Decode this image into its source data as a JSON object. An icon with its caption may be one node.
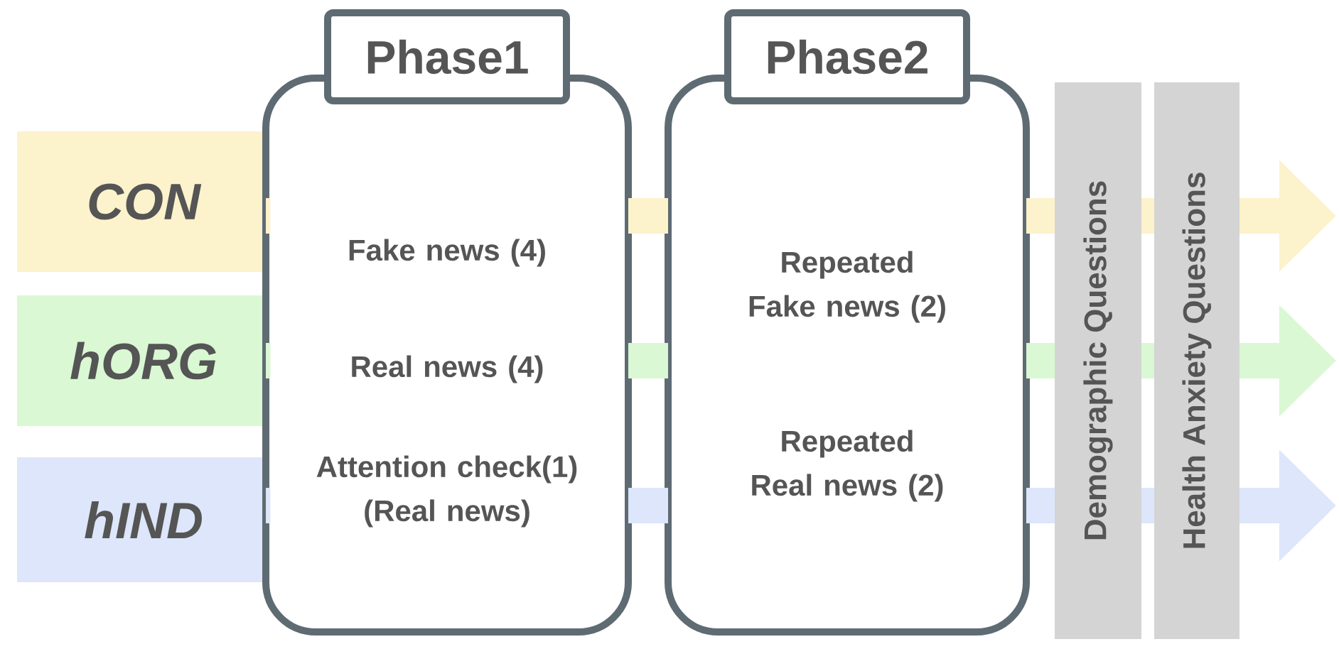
{
  "diagram": {
    "nodes": [
      {
        "text": [
          "CON"
        ]
      },
      {
        "text": [
          "hORG"
        ]
      },
      {
        "text": [
          "hIND"
        ]
      },
      {
        "text": [
          "Phase1",
          "Fake news (4)",
          "Real news (4)",
          "Attention check(1) (Real news)"
        ]
      },
      {
        "text": [
          "Phase2",
          "Repeated Fake news (2)",
          "Repeated Real news (2)"
        ]
      },
      {
        "text": [
          "Demographic Questions"
        ]
      },
      {
        "text": [
          "Health Anxiety Questions"
        ]
      }
    ],
    "edges": [
      {
        "from": 0,
        "to": null,
        "arrow": "to",
        "color": "#fcf2cc"
      },
      {
        "from": 1,
        "to": null,
        "arrow": "to",
        "color": "#d9f8d3"
      },
      {
        "from": 2,
        "to": null,
        "arrow": "to",
        "color": "#dde6fa"
      }
    ]
  }
}
